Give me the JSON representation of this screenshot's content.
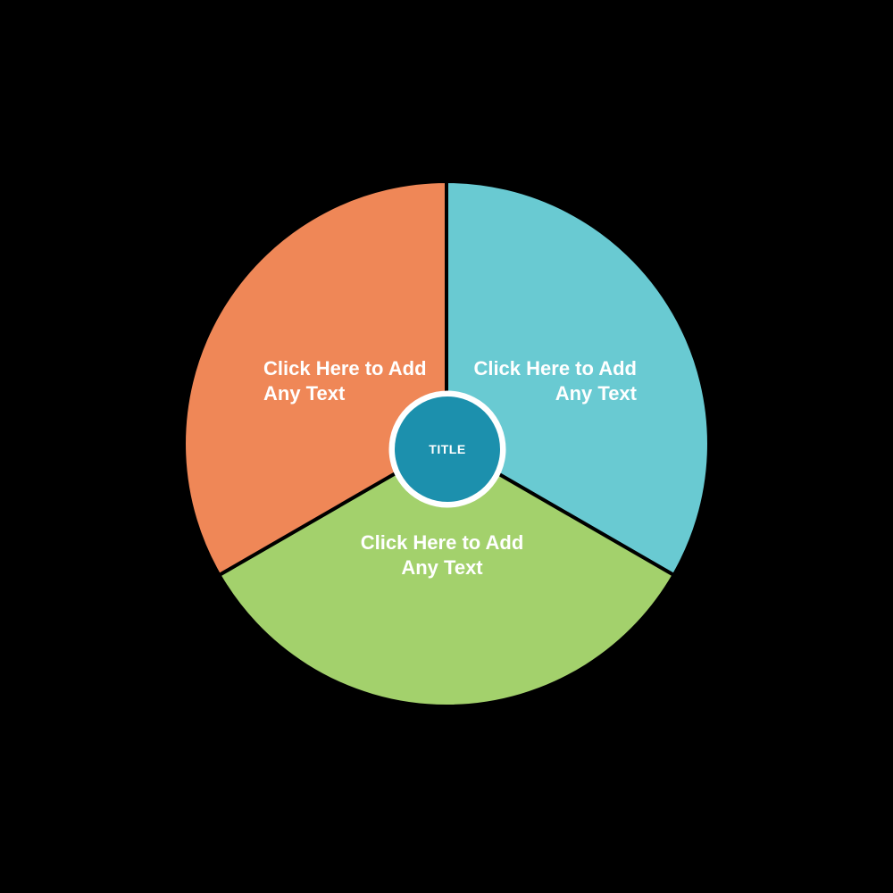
{
  "canvas": {
    "background_color": "#000000"
  },
  "chart_data": {
    "type": "pie",
    "title": "TITLE",
    "legend_position": "none",
    "divider_color": "#000000",
    "segments": [
      {
        "id": "top-right",
        "value": 1,
        "fraction": "1/3",
        "color": "#69CAD2",
        "label_line1": "Click Here to Add",
        "label_line2": "Any Text",
        "label_align": "right",
        "text_color": "#FFFFFF"
      },
      {
        "id": "bottom",
        "value": 1,
        "fraction": "1/3",
        "color": "#A3D16C",
        "label_line1": "Click Here to Add",
        "label_line2": "Any Text",
        "label_align": "center",
        "text_color": "#FFFFFF"
      },
      {
        "id": "top-left",
        "value": 1,
        "fraction": "1/3",
        "color": "#EF8757",
        "label_line1": "Click Here to Add",
        "label_line2": "Any Text",
        "label_align": "left",
        "text_color": "#FFFFFF"
      }
    ],
    "center": {
      "label": "TITLE",
      "fill_color": "#1C90AD",
      "ring_color": "#FFFFFF",
      "text_color": "#FFFFFF"
    }
  }
}
